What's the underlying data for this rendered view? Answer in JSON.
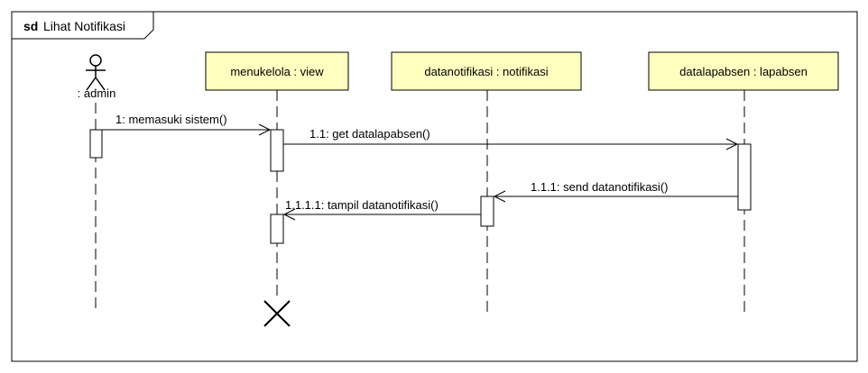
{
  "frame": {
    "keyword": "sd",
    "title": "Lihat Notifikasi"
  },
  "actor": {
    "label": ": admin"
  },
  "lifelines": [
    {
      "id": "menukelola",
      "label": "menukelola : view"
    },
    {
      "id": "datanotifikasi",
      "label": "datanotifikasi : notifikasi"
    },
    {
      "id": "datalapabsen",
      "label": "datalapabsen : lapabsen"
    }
  ],
  "messages": [
    {
      "id": "m1",
      "label": "1: memasuki sistem()"
    },
    {
      "id": "m2",
      "label": "1.1: get datalapabsen()"
    },
    {
      "id": "m3",
      "label": "1.1.1: send datanotifikasi()"
    },
    {
      "id": "m4",
      "label": "1.1.1.1: tampil datanotifikasi()"
    }
  ],
  "colors": {
    "lifeline_head_fill": "#ffffc0",
    "stroke": "#000000",
    "activation_fill": "#ffffff"
  }
}
